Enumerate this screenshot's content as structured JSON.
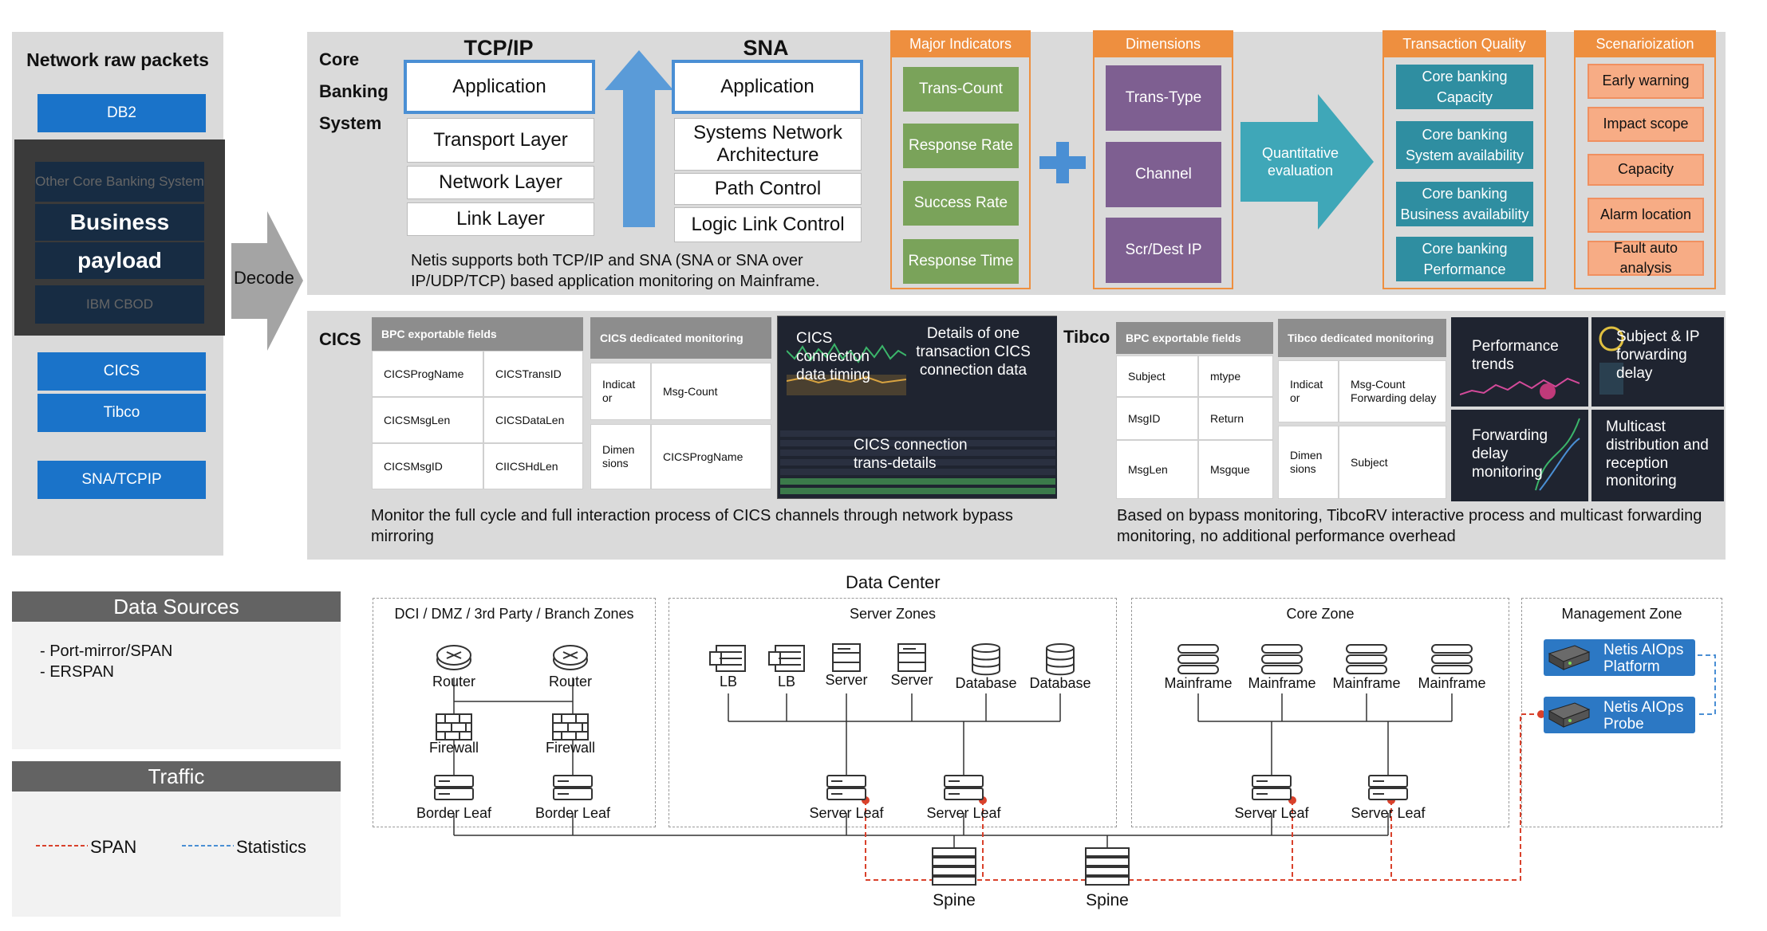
{
  "left_panel": {
    "title": "Network raw packets",
    "db2": "DB2",
    "other": "Other Core Banking System",
    "business": "Business",
    "payload": "payload",
    "ibm": "IBM CBOD",
    "cics": "CICS",
    "tibco": "Tibco",
    "sna": "SNA/TCPIP"
  },
  "decode": "Decode",
  "core": {
    "title_1": "Core",
    "title_2": "Banking",
    "title_3": "System",
    "tcpip_title": "TCP/IP",
    "tcpip_layers": [
      "Application",
      "Transport Layer",
      "Network Layer",
      "Link Layer"
    ],
    "sna_title": "SNA",
    "sna_layers": [
      "Application",
      "Systems Network Architecture",
      "Path Control",
      "Logic Link Control"
    ],
    "note": "Netis supports both TCP/IP and SNA (SNA or SNA over IP/UDP/TCP) based application monitoring on Mainframe.",
    "major_indicators": {
      "title": "Major Indicators",
      "items": [
        "Trans-Count",
        "Response Rate",
        "Success Rate",
        "Response Time"
      ]
    },
    "dimensions": {
      "title": "Dimensions",
      "items": [
        "Trans-Type",
        "Channel",
        "Scr/Dest IP"
      ]
    },
    "quant": "Quantitative evaluation",
    "quality": {
      "title": "Transaction Quality",
      "items": [
        "Core banking Capacity",
        "Core banking System availability",
        "Core banking Business availability",
        "Core banking Performance"
      ]
    },
    "scen": {
      "title": "Scenarioization",
      "items": [
        "Early warning",
        "Impact scope",
        "Capacity",
        "Alarm location",
        "Fault auto analysis"
      ]
    }
  },
  "cics": {
    "title": "CICS",
    "bpc_title": "BPC exportable fields",
    "bpc_cells": [
      "CICSProgName",
      "CICSTransID",
      "CICSMsgLen",
      "CICSDataLen",
      "CICSMsgID",
      "CIICSHdLen"
    ],
    "ded_title": "CICS dedicated monitoring",
    "ded_cells": [
      "Indicat or",
      "Msg-Count",
      "Dimen sions",
      "CICSProgName"
    ],
    "shot_1": "CICS connection data timing",
    "shot_2": "Details of one transaction CICS connection data",
    "shot_3": "CICS connection trans-details",
    "note": "Monitor the full cycle and full interaction process of CICS channels through network bypass mirroring"
  },
  "tibco": {
    "title": "Tibco",
    "bpc_title": "BPC exportable fields",
    "bpc_cells": [
      "Subject",
      "mtype",
      "MsgID",
      "Return",
      "MsgLen",
      "Msgque"
    ],
    "ded_title": "Tibco dedicated monitoring",
    "ded_cells": [
      "Indicat or",
      "Msg-Count Forwarding delay",
      "Dimen sions",
      "Subject"
    ],
    "shot_1": "Performance trends",
    "shot_2": "Subject & IP forwarding delay",
    "shot_3": "Forwarding delay monitoring",
    "shot_4": "Multicast distribution and reception monitoring",
    "note": "Based on bypass monitoring, TibcoRV interactive process and multicast forwarding monitoring, no additional performance overhead"
  },
  "legend": {
    "ds_title": "Data Sources",
    "ds_1": "- Port-mirror/SPAN",
    "ds_2": "- ERSPAN",
    "traffic_title": "Traffic",
    "span": "SPAN",
    "stats": "Statistics",
    "span_color": "#d9412b",
    "stats_color": "#4a8fd4"
  },
  "dc": {
    "title": "Data Center",
    "dmz": {
      "title": "DCI / DMZ / 3rd Party / Branch Zones",
      "router": "Router",
      "firewall": "Firewall",
      "border": "Border Leaf"
    },
    "server_zone": {
      "title": "Server Zones",
      "lb": "LB",
      "server": "Server",
      "database": "Database",
      "leaf": "Server Leaf"
    },
    "core_zone": {
      "title": "Core Zone",
      "mainframe": "Mainframe",
      "leaf": "Server Leaf"
    },
    "mgmt": {
      "title": "Management Zone",
      "platform": "Netis AIOps Platform",
      "probe": "Netis AIOps Probe"
    },
    "spine": "Spine"
  }
}
